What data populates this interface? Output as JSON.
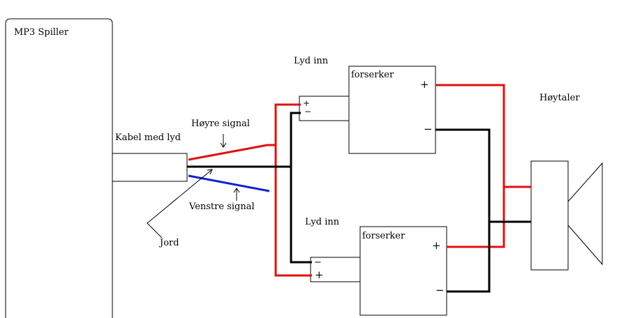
{
  "labels": {
    "mp3_player": "MP3 Spiller",
    "cable": "Kabel med lyd",
    "right_signal": "Høyre signal",
    "left_signal": "Venstre signal",
    "ground": "Jord",
    "input_top": "Lyd inn",
    "input_bottom": "Lyd inn",
    "amp_top": "forserker",
    "amp_bottom": "forserker",
    "speaker": "Høytaler",
    "plus": "+",
    "minus": "−"
  },
  "colors": {
    "red_wire": "#e01010",
    "black_wire": "#000000",
    "blue_wire": "#1020d0"
  }
}
